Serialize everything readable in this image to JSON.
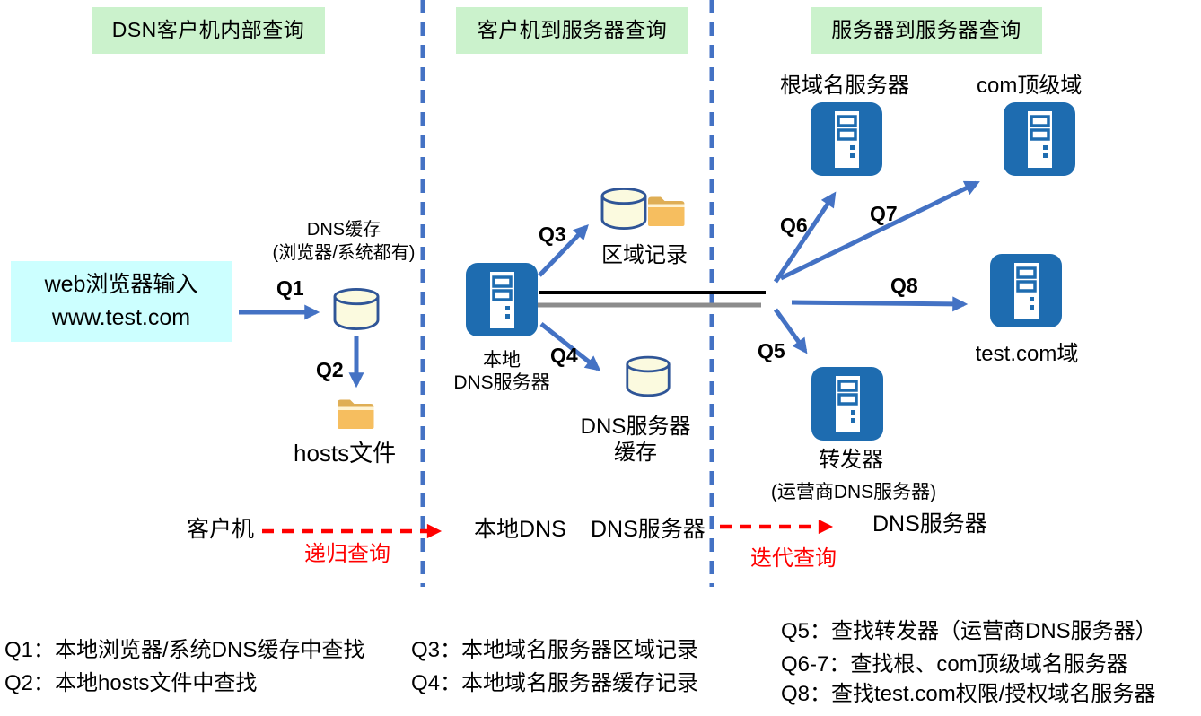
{
  "sections": {
    "client_internal": "DSN客户机内部查询",
    "client_to_server": "客户机到服务器查询",
    "server_to_server": "服务器到服务器查询"
  },
  "left": {
    "browser_line1": "web浏览器输入",
    "browser_line2": "www.test.com",
    "cache_line1": "DNS缓存",
    "cache_line2": "(浏览器/系统都有)",
    "q1": "Q1",
    "q2": "Q2",
    "hosts": "hosts文件"
  },
  "middle": {
    "q3": "Q3",
    "q4": "Q4",
    "local_line1": "本地",
    "local_line2": "DNS服务器",
    "zone": "区域记录",
    "cache_line1": "DNS服务器",
    "cache_line2": "缓存"
  },
  "right": {
    "q5": "Q5",
    "q6": "Q6",
    "q7": "Q7",
    "q8": "Q8",
    "root": "根域名服务器",
    "com_tld": "com顶级域",
    "testcom": "test.com域",
    "forwarder_line1": "转发器",
    "forwarder_line2": "(运营商DNS服务器)"
  },
  "flow": {
    "client": "客户机",
    "recursive": "递归查询",
    "local_dns": "本地DNS",
    "dns_server_left": "DNS服务器",
    "dns_server_right": "DNS服务器",
    "iterative": "迭代查询"
  },
  "legend": {
    "q1": "Q1：本地浏览器/系统DNS缓存中查找",
    "q2": "Q2：本地hosts文件中查找",
    "q3": "Q3：本地域名服务器区域记录",
    "q4": "Q4：本地域名服务器缓存记录",
    "q5": "Q5：查找转发器（运营商DNS服务器）",
    "q6_7": "Q6-7：查找根、com顶级域名服务器",
    "q8": "Q8：查找test.com权限/授权域名服务器"
  },
  "colors": {
    "section_header_bg": "#CBF2CC",
    "browser_box_bg": "#CCFFFF",
    "server_blue": "#1E6CB0",
    "arrow_blue": "#4472C4",
    "cylinder_fill": "#FBFADF",
    "cylinder_stroke": "#2F5597",
    "folder_orange": "#F6BE5F",
    "link_black": "#000000",
    "link_gray": "#8C8C8C",
    "query_red": "#FF0000"
  }
}
